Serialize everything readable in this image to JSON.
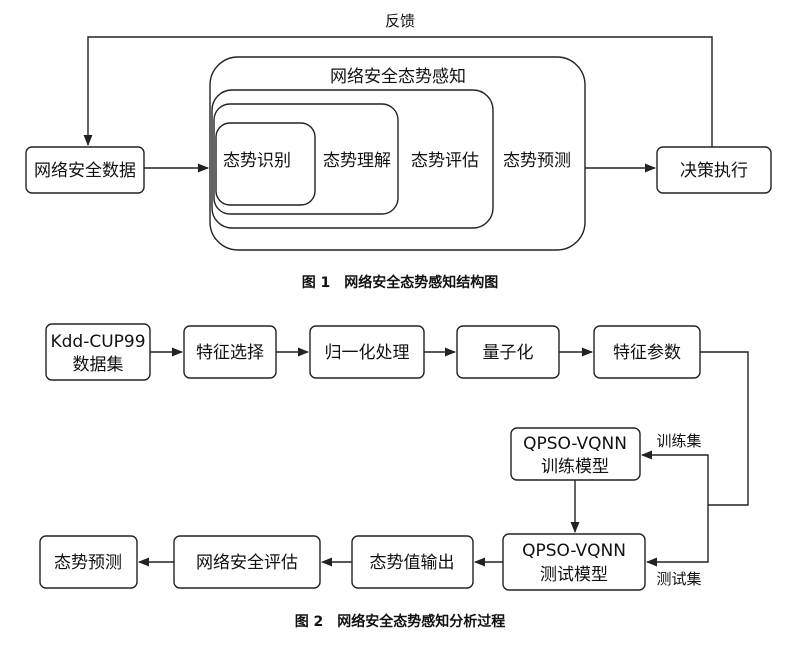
{
  "figure1": {
    "feedback_label": "反馈",
    "input_box": "网络安全数据",
    "output_box": "决策执行",
    "outer_title": "网络安全态势感知",
    "nested": {
      "recognize": "态势识别",
      "understand": "态势理解",
      "evaluate": "态势评估",
      "predict": "态势预测"
    },
    "caption": "图 1　网络安全态势感知结构图"
  },
  "figure2": {
    "steps": {
      "dataset_line1": "Kdd-CUP99",
      "dataset_line2": "数据集",
      "feature_select": "特征选择",
      "normalize": "归一化处理",
      "quantize": "量子化",
      "feature_params": "特征参数",
      "train_line1": "QPSO-VQNN",
      "train_line2": "训练模型",
      "test_line1": "QPSO-VQNN",
      "test_line2": "测试模型",
      "value_output": "态势值输出",
      "security_eval": "网络安全评估",
      "predict": "态势预测"
    },
    "train_set_label": "训练集",
    "test_set_label": "测试集",
    "caption": "图 2　网络安全态势感知分析过程"
  }
}
